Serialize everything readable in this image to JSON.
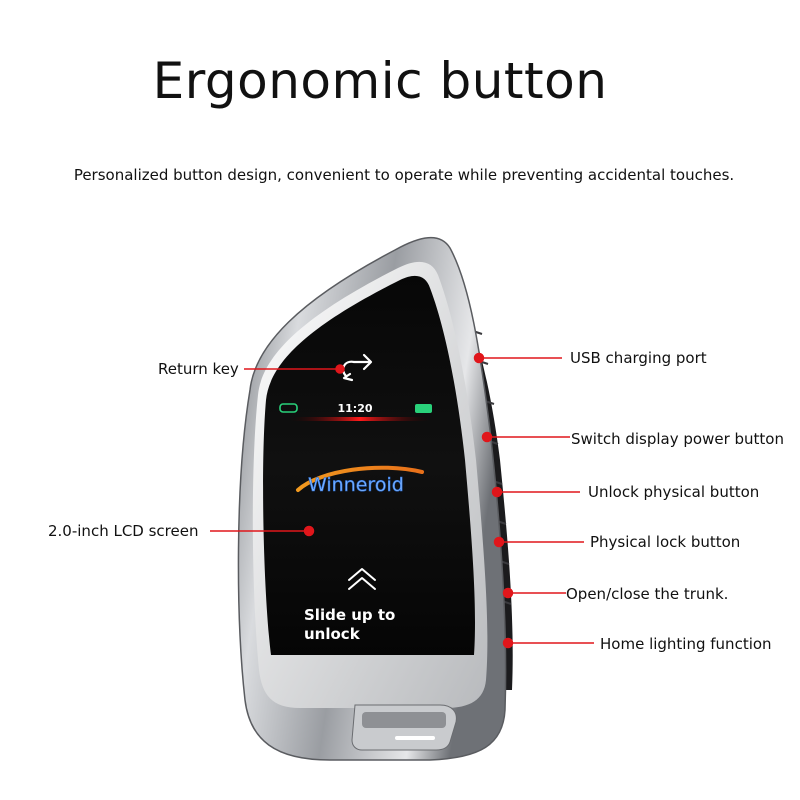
{
  "header": {
    "title": "Ergonomic button",
    "subtitle": "Personalized button design, convenient to operate while preventing accidental touches."
  },
  "screen": {
    "time": "11:20",
    "brand": "Winneroid",
    "slide_text_line1": "Slide up to",
    "slide_text_line2": "unlock"
  },
  "callouts": {
    "return_key": "Return key",
    "lcd_screen": "2.0-inch LCD screen",
    "usb_port": "USB charging port",
    "display_power": "Switch display power button",
    "unlock_button": "Unlock physical button",
    "lock_button": "Physical lock button",
    "trunk": "Open/close the trunk.",
    "home_lighting": "Home lighting function"
  },
  "colors": {
    "callout_line": "#e0161b",
    "brand_gradient_start": "#f29a1f",
    "brand_blue": "#7fb5ff",
    "status_green": "#29d17a"
  }
}
